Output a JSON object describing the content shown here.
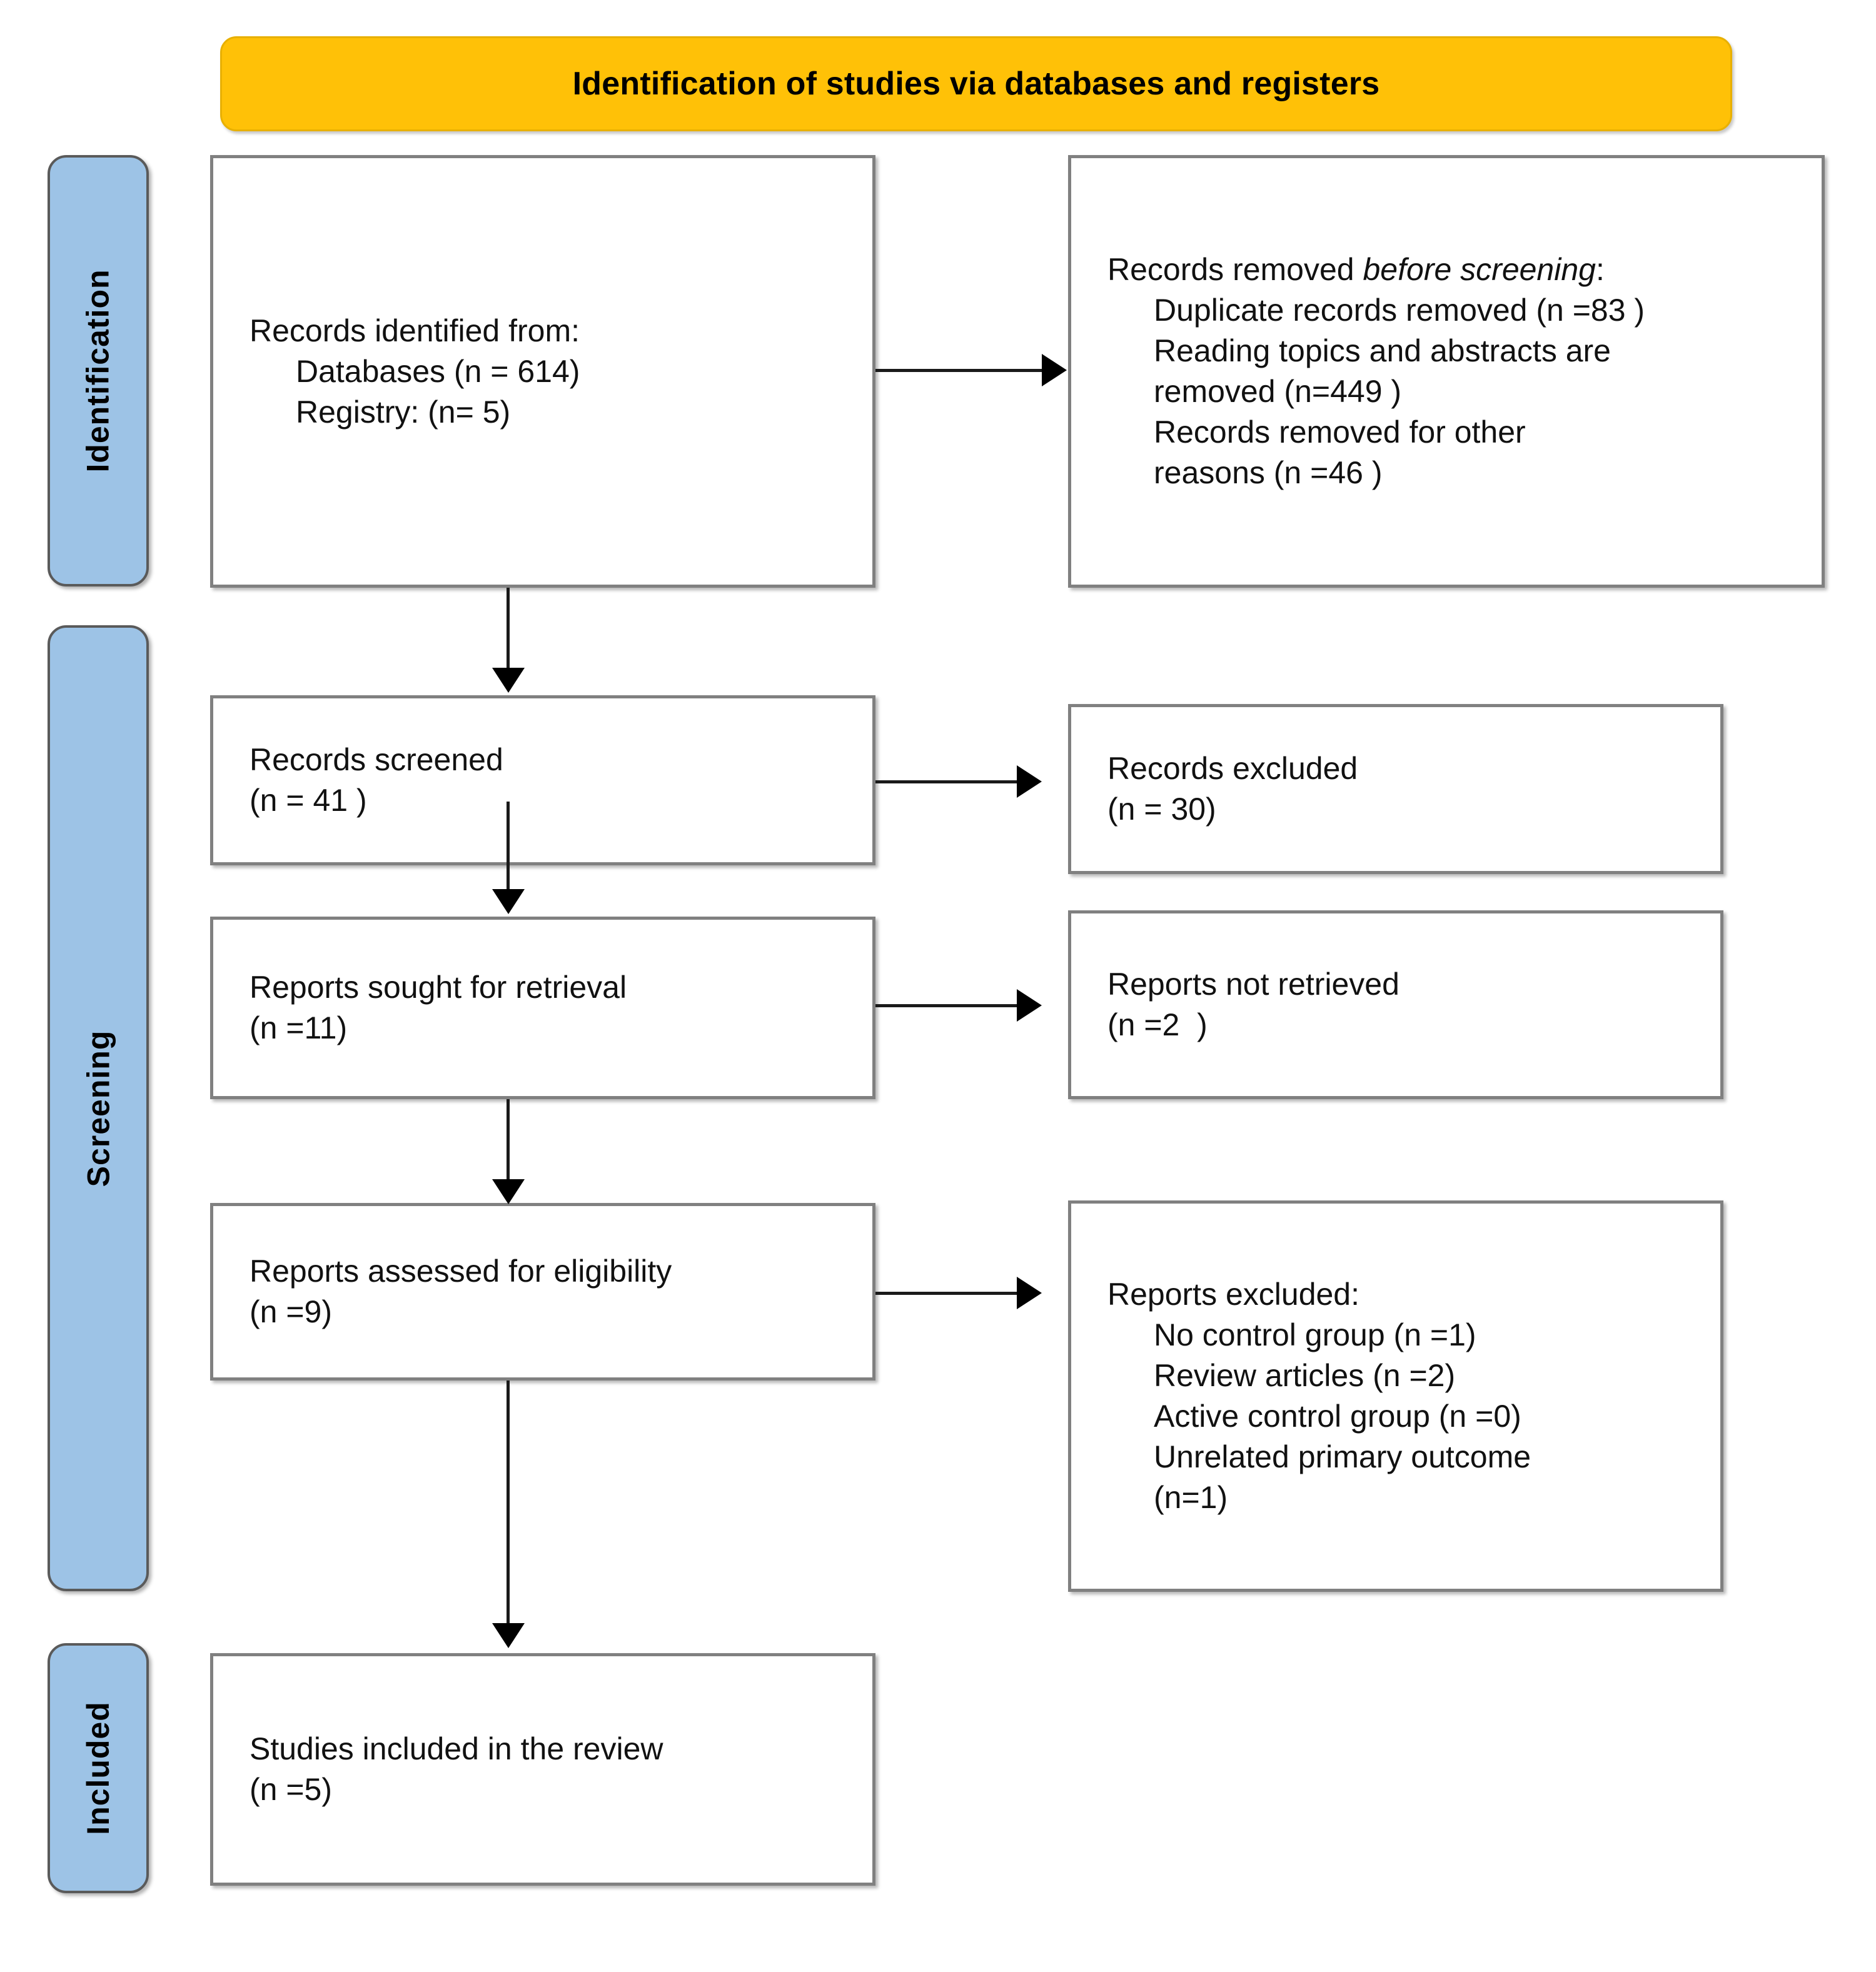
{
  "banner": {
    "title": "Identification of studies via databases and registers"
  },
  "stages": [
    {
      "id": "identification",
      "label": "Identification"
    },
    {
      "id": "screening",
      "label": "Screening"
    },
    {
      "id": "included",
      "label": "Included"
    }
  ],
  "boxes": {
    "identified": {
      "name": "records-identified",
      "line1": "Records identified from:",
      "line2": "Databases (n = 614)",
      "line3": "Registry: (n= 5)"
    },
    "removed_before_screening": {
      "name": "records-removed-before-screening",
      "heading_plain": "Records removed ",
      "heading_italic": "before screening",
      "heading_colon": ":",
      "line1": "Duplicate records removed (n =83 )",
      "line2": "Reading topics and abstracts are",
      "line3": "removed (n=449 )",
      "line4": "Records removed for other",
      "line5": "reasons (n =46 )"
    },
    "screened": {
      "name": "records-screened",
      "line1": "Records screened",
      "line2": "(n = 41 )"
    },
    "excluded": {
      "name": "records-excluded",
      "line1": "Records excluded",
      "line2": "(n = 30)"
    },
    "sought": {
      "name": "reports-sought-for-retrieval",
      "line1": "Reports sought for retrieval",
      "line2": "(n =11)"
    },
    "not_retrieved": {
      "name": "reports-not-retrieved",
      "line1": "Reports not retrieved",
      "line2": "(n =2  )"
    },
    "assessed": {
      "name": "reports-assessed-for-eligibility",
      "line1": "Reports assessed for eligibility",
      "line2": "(n =9)"
    },
    "reports_excluded": {
      "name": "reports-excluded",
      "heading": "Reports excluded:",
      "line1": "No control group (n =1)",
      "line2": "Review articles (n =2)",
      "line3": "Active control group (n =0)",
      "line4": "Unrelated primary outcome",
      "line5": "(n=1)"
    },
    "included": {
      "name": "studies-included-in-review",
      "line1": "Studies included in the review",
      "line2": "(n =5)"
    }
  },
  "colors": {
    "banner_fill": "#FFC107",
    "stage_fill": "#9DC3E6",
    "box_border": "#808080",
    "arrow": "#000000",
    "text": "#111111"
  },
  "chart_data": {
    "type": "diagram",
    "title": "PRISMA 2020 flow diagram for new systematic reviews which included searches of databases and registers only",
    "nodes": [
      {
        "id": "identified",
        "stage": "Identification",
        "column": "left",
        "counts": {
          "databases": 614,
          "registry": 5
        }
      },
      {
        "id": "removed_before_screening",
        "stage": "Identification",
        "column": "right",
        "counts": {
          "duplicates": 83,
          "topics_abstracts": 449,
          "other_reasons": 46
        }
      },
      {
        "id": "screened",
        "stage": "Screening",
        "column": "left",
        "counts": {
          "n": 41
        }
      },
      {
        "id": "excluded",
        "stage": "Screening",
        "column": "right",
        "counts": {
          "n": 30
        }
      },
      {
        "id": "sought",
        "stage": "Screening",
        "column": "left",
        "counts": {
          "n": 11
        }
      },
      {
        "id": "not_retrieved",
        "stage": "Screening",
        "column": "right",
        "counts": {
          "n": 2
        }
      },
      {
        "id": "assessed",
        "stage": "Screening",
        "column": "left",
        "counts": {
          "n": 9
        }
      },
      {
        "id": "reports_excluded",
        "stage": "Screening",
        "column": "right",
        "counts": {
          "no_control_group": 1,
          "review_articles": 2,
          "active_control_group": 0,
          "unrelated_primary_outcome": 1
        }
      },
      {
        "id": "included",
        "stage": "Included",
        "column": "left",
        "counts": {
          "n": 5
        }
      }
    ],
    "edges": [
      {
        "from": "identified",
        "to": "removed_before_screening",
        "direction": "right"
      },
      {
        "from": "identified",
        "to": "screened",
        "direction": "down"
      },
      {
        "from": "screened",
        "to": "excluded",
        "direction": "right"
      },
      {
        "from": "screened",
        "to": "sought",
        "direction": "down"
      },
      {
        "from": "sought",
        "to": "not_retrieved",
        "direction": "right"
      },
      {
        "from": "sought",
        "to": "assessed",
        "direction": "down"
      },
      {
        "from": "assessed",
        "to": "reports_excluded",
        "direction": "right"
      },
      {
        "from": "assessed",
        "to": "included",
        "direction": "down"
      }
    ]
  }
}
